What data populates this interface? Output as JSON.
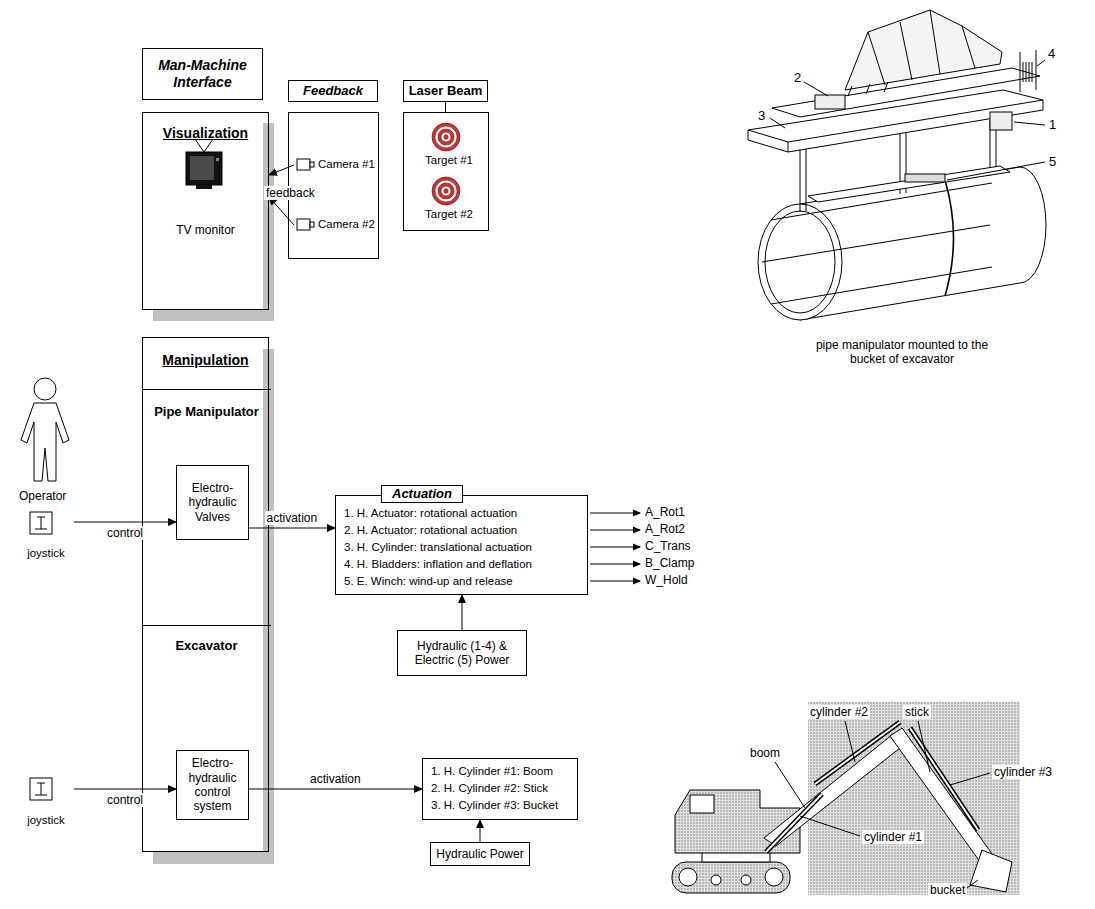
{
  "diagram": {
    "nodes": [
      {
        "text": [
          "Man-Machine Interface"
        ]
      },
      {
        "text": [
          "Feedback"
        ]
      },
      {
        "text": [
          "Laser Beam"
        ]
      },
      {
        "text": [
          "Visualization",
          "TV monitor"
        ]
      },
      {
        "text": [
          "Camera #1"
        ]
      },
      {
        "text": [
          "Camera #2"
        ]
      },
      {
        "text": [
          "Target #1"
        ]
      },
      {
        "text": [
          "Target #2"
        ]
      },
      {
        "text": [
          "Manipulation"
        ]
      },
      {
        "text": [
          "Pipe Manipulator"
        ],
        "in": 8
      },
      {
        "text": [
          "Electro-hydraulic Valves"
        ],
        "in": 9
      },
      {
        "text": [
          "Excavator"
        ],
        "in": 8
      },
      {
        "text": [
          "Electro-hydraulic control system"
        ],
        "in": 11
      },
      {
        "text": [
          "joystick"
        ]
      },
      {
        "text": [
          "joystick"
        ]
      },
      {
        "text": [
          "Actuation",
          "1. H. Actuator: rotational actuation",
          "2. H. Actuator: rotational actuation",
          "3. H. Cylinder: translational actuation",
          "4. H. Bladders: inflation and deflation",
          "5. E. Winch: wind-up and release"
        ]
      },
      {
        "text": [
          "Hydraulic (1-4) & Electric (5) Power"
        ]
      },
      {
        "text": [
          "1. H. Cylinder #1: Boom",
          "2. H. Cylinder #2: Stick",
          "3. H. Cylinder #3: Bucket"
        ]
      },
      {
        "text": [
          "Hydraulic Power"
        ]
      }
    ],
    "edges": [
      {
        "from": 4,
        "to": 3,
        "label": "feedback",
        "arrow": "to"
      },
      {
        "from": 5,
        "to": 3,
        "arrow": "to"
      },
      {
        "from": 13,
        "to": 10,
        "label": "control",
        "arrow": "to"
      },
      {
        "from": 10,
        "to": 15,
        "label": "activation",
        "arrow": "to"
      },
      {
        "from": 16,
        "to": 15,
        "arrow": "to"
      },
      {
        "from": 14,
        "to": 12,
        "label": "control",
        "arrow": "to"
      },
      {
        "from": 12,
        "to": 17,
        "label": "activation",
        "arrow": "to"
      },
      {
        "from": 18,
        "to": 17,
        "arrow": "to"
      }
    ],
    "labels": [
      "A_Rot1",
      "A_Rot2",
      "C_Trans",
      "B_Clamp",
      "W_Hold",
      "Operator",
      "2",
      "4",
      "3",
      "1",
      "5",
      "pipe manipulator mounted to the bucket of excavator",
      "boom",
      "cylinder #2",
      "stick",
      "cylinder #3",
      "cylinder #1",
      "bucket"
    ]
  }
}
